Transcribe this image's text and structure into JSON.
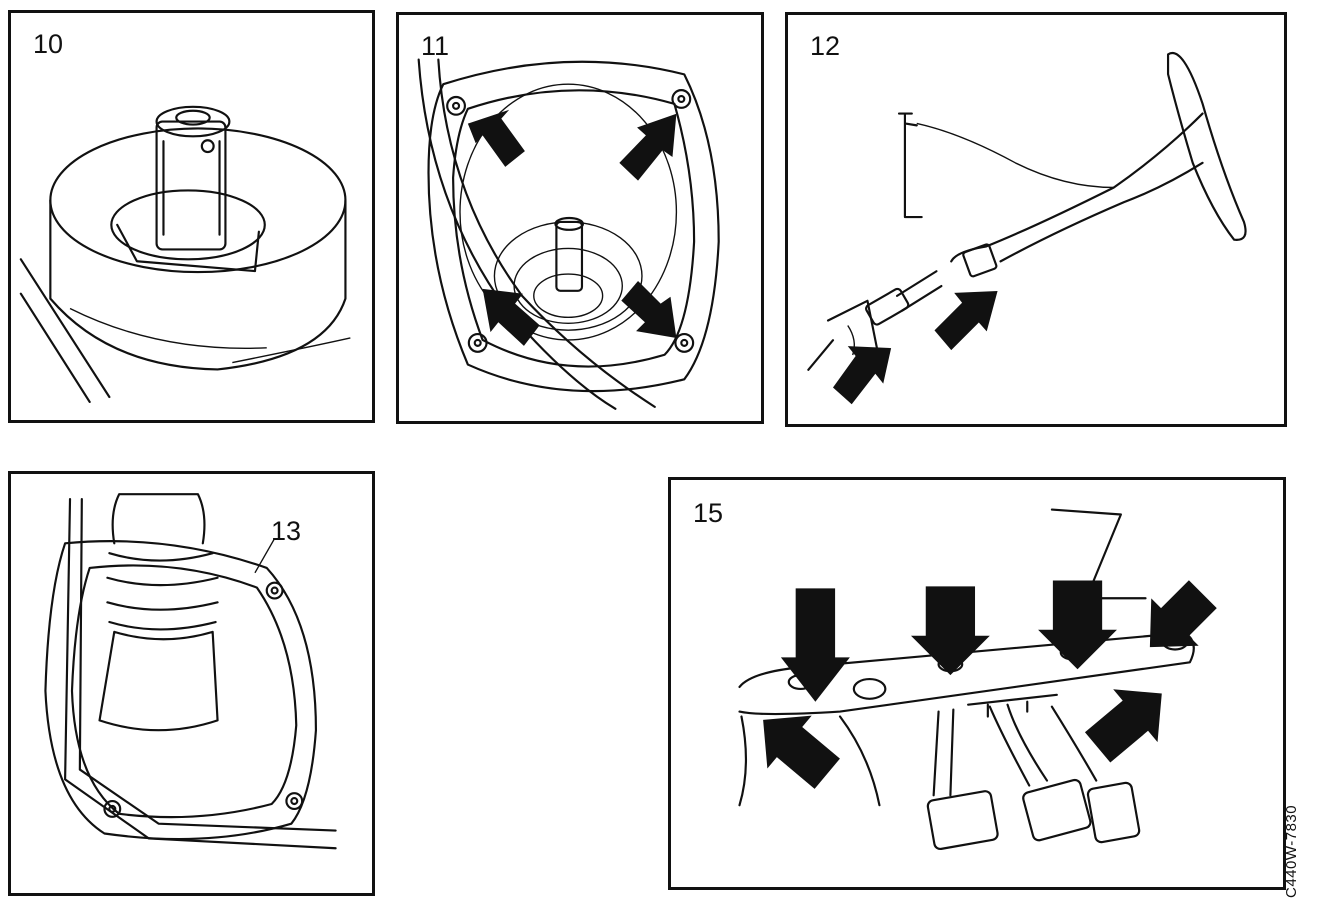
{
  "figure": {
    "panels": [
      {
        "id": "p10",
        "label": "10"
      },
      {
        "id": "p11",
        "label": "11"
      },
      {
        "id": "p12",
        "label": "12"
      },
      {
        "id": "p13",
        "callout": "13"
      },
      {
        "id": "p15",
        "label": "15"
      }
    ],
    "code": "C440W-7830"
  }
}
